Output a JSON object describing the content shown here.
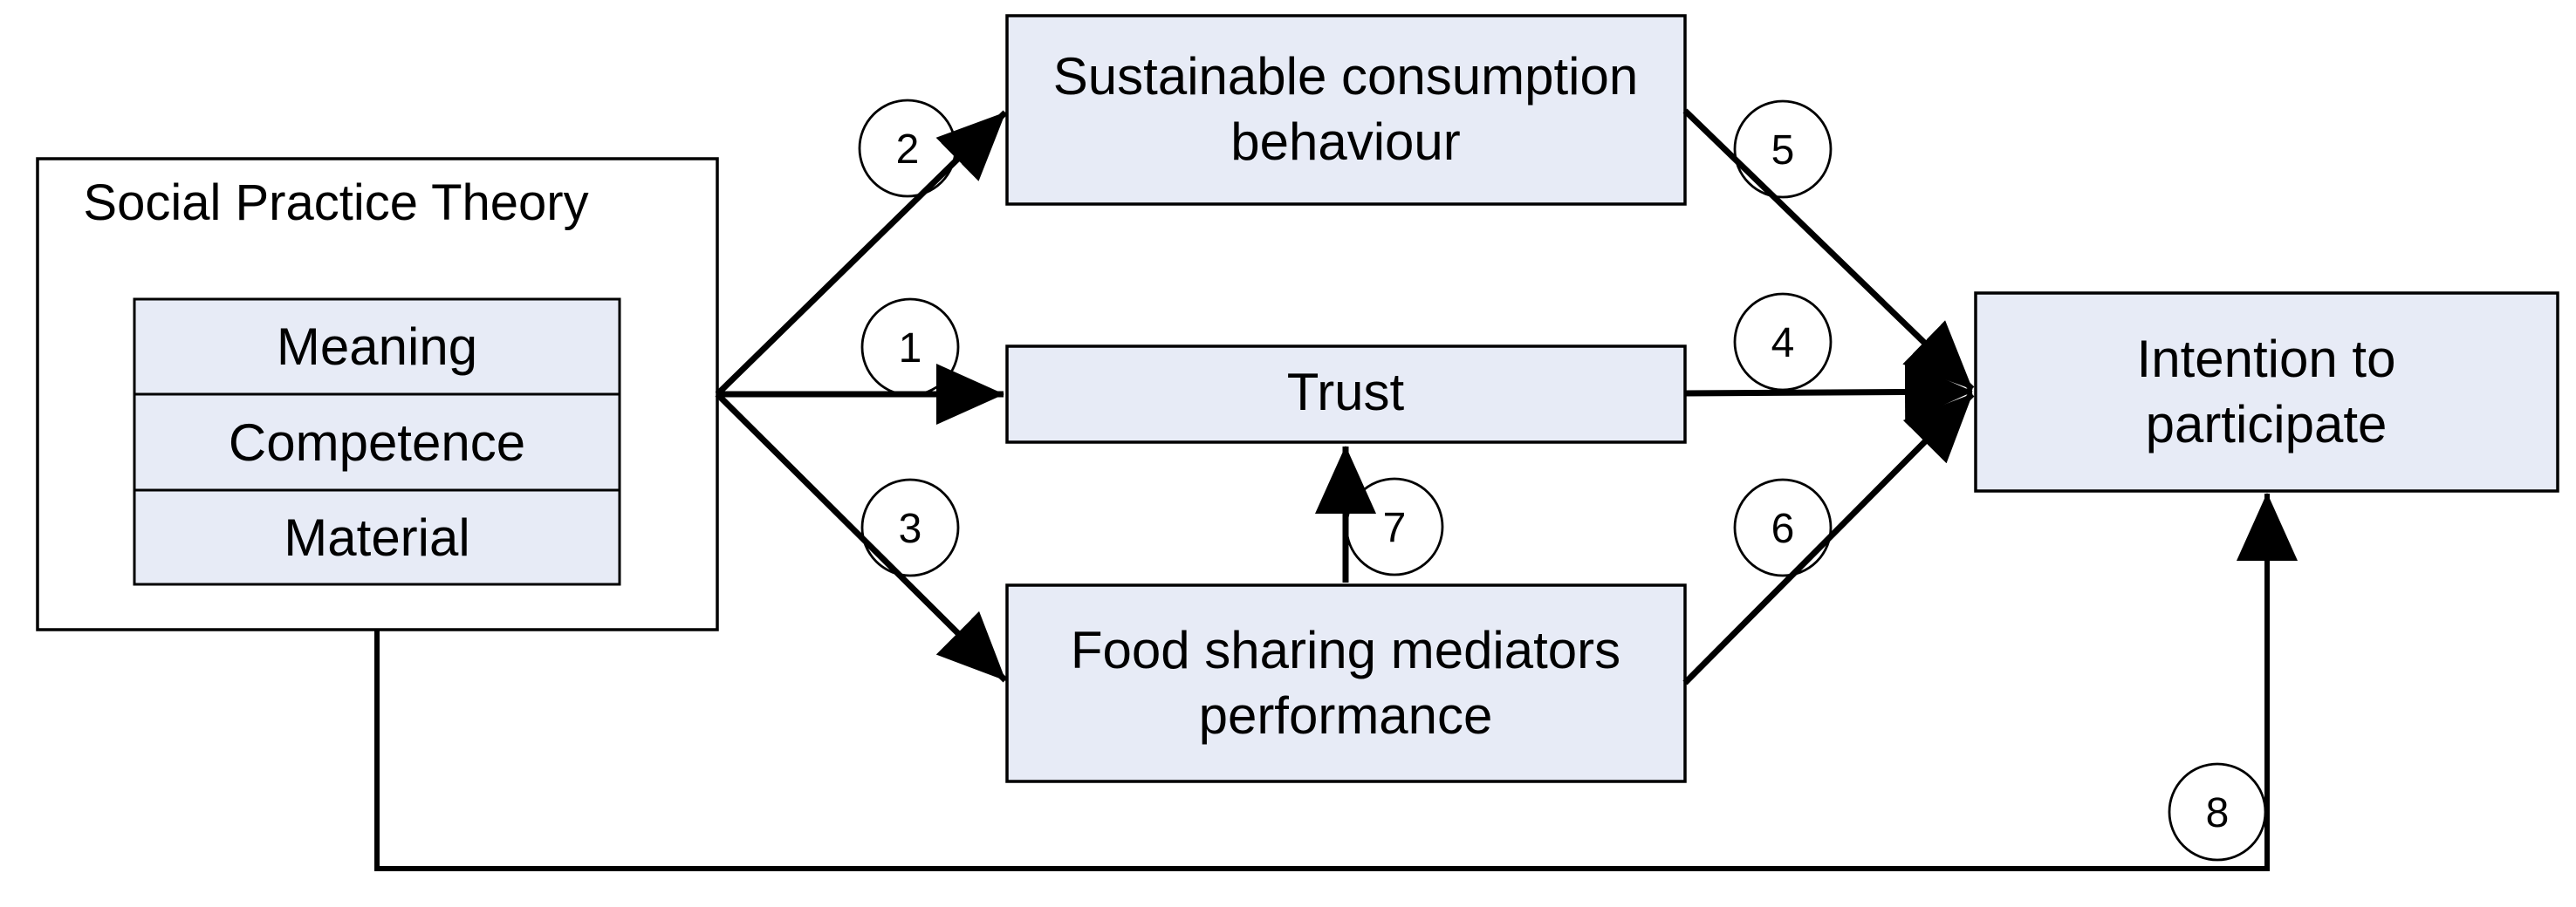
{
  "diagram": {
    "background_color": "#ffffff",
    "node_fill": "#e7ebf6",
    "stroke_color": "#000000",
    "left_panel": {
      "title": "Social Practice Theory",
      "elements": [
        "Meaning",
        "Competence",
        "Material"
      ]
    },
    "nodes": {
      "sustainable": {
        "line1": "Sustainable consumption",
        "line2": "behaviour"
      },
      "trust": {
        "label": "Trust"
      },
      "food": {
        "line1": "Food sharing mediators",
        "line2": "performance"
      },
      "intention": {
        "line1": "Intention to",
        "line2": "participate"
      }
    },
    "arrows": [
      {
        "number": "1",
        "from": "Social Practice Theory",
        "to": "Trust"
      },
      {
        "number": "2",
        "from": "Social Practice Theory",
        "to": "Sustainable consumption behaviour"
      },
      {
        "number": "3",
        "from": "Social Practice Theory",
        "to": "Food sharing mediators performance"
      },
      {
        "number": "4",
        "from": "Trust",
        "to": "Intention to participate"
      },
      {
        "number": "5",
        "from": "Sustainable consumption behaviour",
        "to": "Intention to participate"
      },
      {
        "number": "6",
        "from": "Food sharing mediators performance",
        "to": "Intention to participate"
      },
      {
        "number": "7",
        "from": "Food sharing mediators performance",
        "to": "Trust"
      },
      {
        "number": "8",
        "from": "Social Practice Theory",
        "to": "Intention to participate"
      }
    ]
  }
}
